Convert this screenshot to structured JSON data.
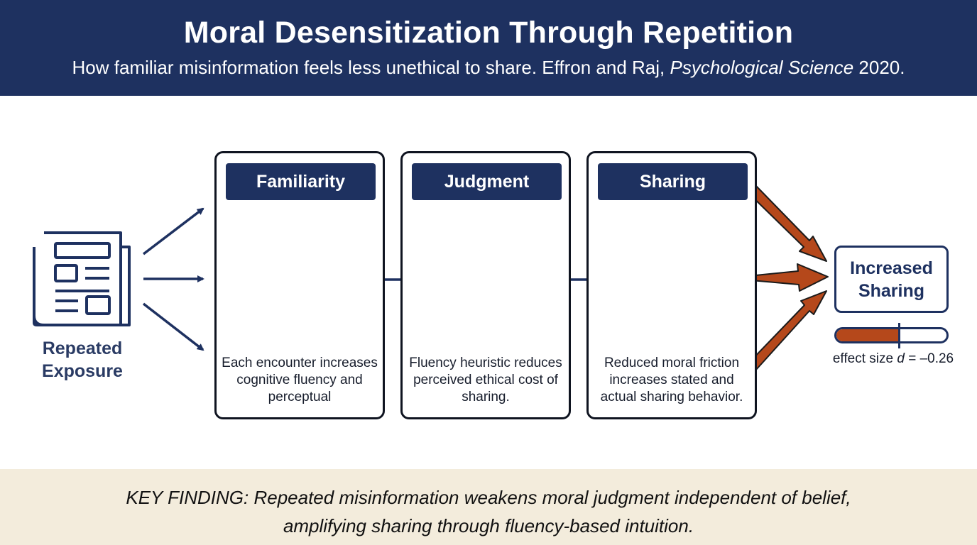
{
  "header": {
    "title": "Moral Desensitization Through Repetition",
    "subtitle_lead": "How familiar misinformation feels less unethical to share. Effron and Raj, ",
    "subtitle_journal": "Psychological Science",
    "subtitle_year": " 2020."
  },
  "source": {
    "icon": "newspaper-icon",
    "label": "Repeated Exposure"
  },
  "panels": [
    {
      "title": "Familiarity",
      "icon": "eye-icon",
      "text": "Each encounter increases cognitive fluency and perceptual"
    },
    {
      "title": "Judgment",
      "icon": "scales-icon",
      "text": "Fluency heuristic reduces perceived ethical cost of sharing."
    },
    {
      "title": "Sharing",
      "icon": "user-share-icon",
      "text": "Reduced moral friction increases stated and actual sharing behavior."
    }
  ],
  "result": {
    "label": "Increased Sharing",
    "effect_prefix": "effect size ",
    "effect_symbol": "d",
    "effect_value": " = –0.26",
    "effect_magnitude": 0.26
  },
  "footer": {
    "line1": "KEY FINDING: Repeated misinformation weakens moral judgment independent of belief,",
    "line2": "amplifying sharing through fluency-based intuition."
  },
  "colors": {
    "navy": "#1e3160",
    "accent": "#b5481b",
    "footer_bg": "#f3ecdc"
  }
}
